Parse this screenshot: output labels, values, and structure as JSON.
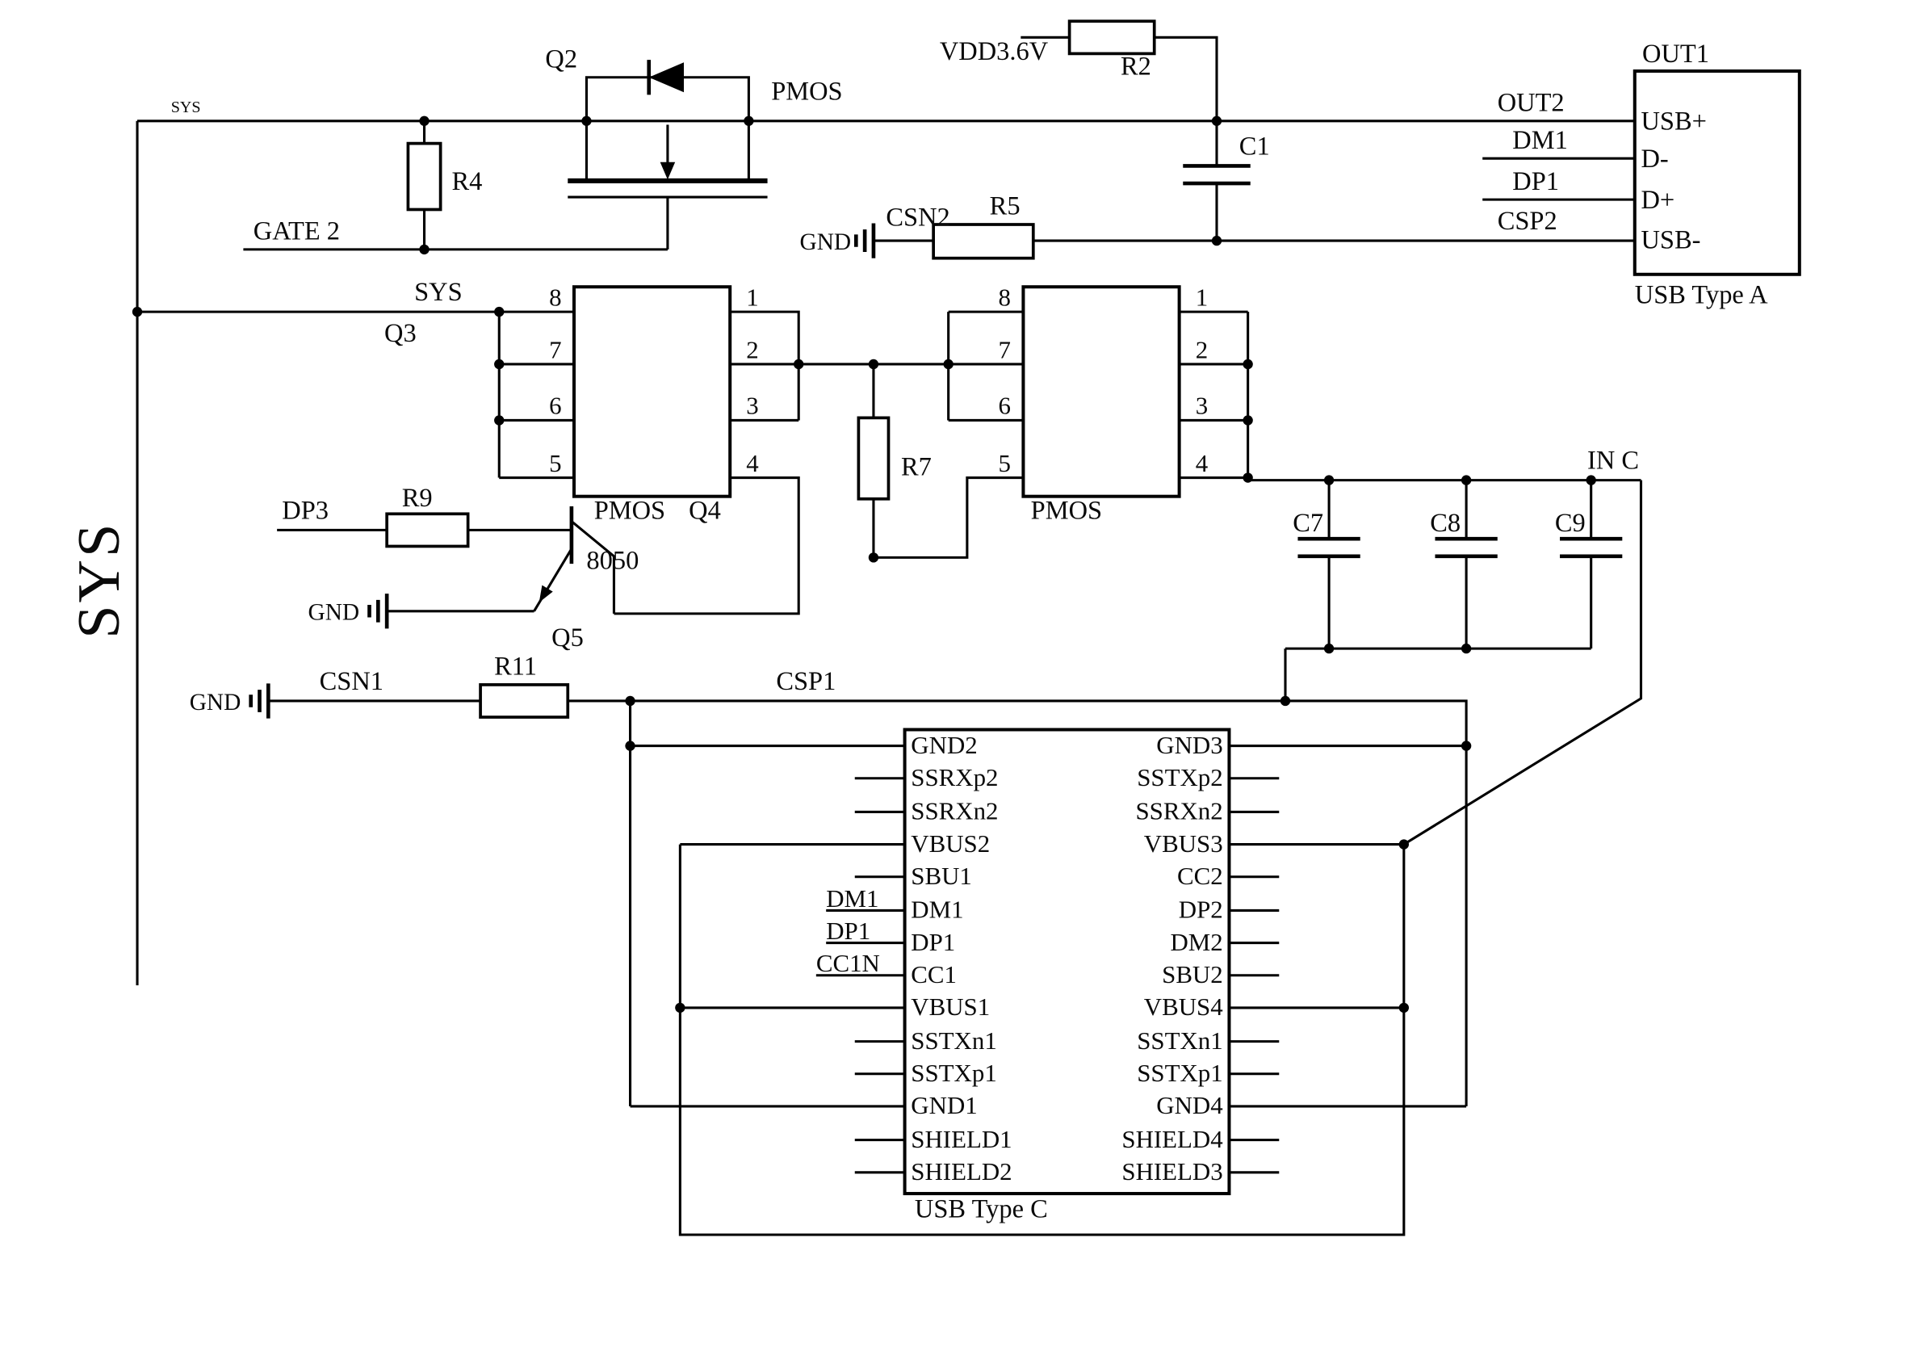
{
  "schematic": {
    "side_label": "SYS",
    "top": {
      "sys_net": "SYS",
      "q2_ref": "Q2",
      "q2_type": "PMOS",
      "r4_ref": "R4",
      "gate2_net": "GATE 2",
      "vdd_net": "VDD3.6V",
      "r2_ref": "R2",
      "c1_ref": "C1",
      "gnd_label": "GND",
      "csn2_net": "CSN2",
      "r5_ref": "R5"
    },
    "usb_a": {
      "ref_label": "OUT1",
      "title": "USB Type A",
      "pins": [
        "USB+",
        "D-",
        "D+",
        "USB-"
      ],
      "nets": [
        "OUT2",
        "DM1",
        "DP1",
        "CSP2"
      ]
    },
    "switch_stage": {
      "sys_net": "SYS",
      "q3_ref": "Q3",
      "q4_ref": "Q4",
      "ic1_type": "PMOS",
      "ic2_type": "PMOS",
      "left_pin_numbers": [
        "8",
        "7",
        "6",
        "5"
      ],
      "right_pin_numbers": [
        "1",
        "2",
        "3",
        "4"
      ],
      "r7_ref": "R7",
      "dp3_net": "DP3",
      "r9_ref": "R9",
      "q5_type": "8050",
      "q5_ref": "Q5",
      "gnd_label": "GND",
      "c7_ref": "C7",
      "c8_ref": "C8",
      "c9_ref": "C9",
      "in_c_net": "IN C"
    },
    "sense": {
      "gnd_label": "GND",
      "csn1_net": "CSN1",
      "r11_ref": "R11",
      "csp1_net": "CSP1"
    },
    "usb_c": {
      "title": "USB Type C",
      "left_pins": [
        "GND2",
        "SSRXp2",
        "SSRXn2",
        "VBUS2",
        "SBU1",
        "DM1",
        "DP1",
        "CC1",
        "VBUS1",
        "SSTXn1",
        "SSTXp1",
        "GND1",
        "SHIELD1",
        "SHIELD2"
      ],
      "right_pins": [
        "GND3",
        "SSTXp2",
        "SSRXn2",
        "VBUS3",
        "CC2",
        "DP2",
        "DM2",
        "SBU2",
        "VBUS4",
        "SSTXn1",
        "SSTXp1",
        "GND4",
        "SHIELD4",
        "SHIELD3"
      ],
      "ext_nets": [
        "DM1",
        "DP1",
        "CC1N"
      ]
    }
  }
}
